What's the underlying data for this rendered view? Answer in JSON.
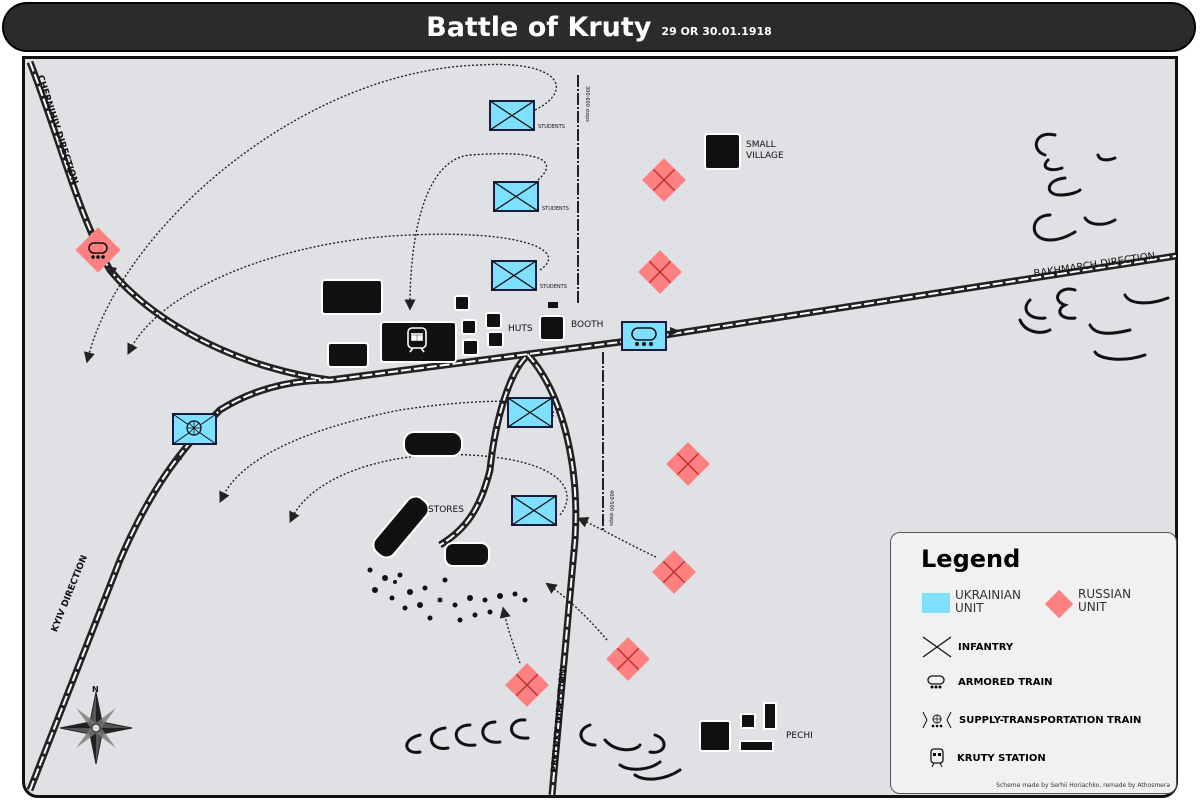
{
  "title": {
    "main": "Battle of Kruty",
    "date": "29 OR 30.01.1918"
  },
  "colors": {
    "ukrainian": "#7fdfff",
    "russian": "#ff8080",
    "background": "#dfe1e4",
    "title_bar": "#2b2b2b"
  },
  "labels": {
    "chernihiv": "CHERNIHIV DIRECTION",
    "kyiv": "KYIV DIRECTION",
    "pryluky": "PRYLUKY DIRECTION",
    "bakhmarch": "BAKHMARCH DIRECTION",
    "small_village": "SMALL\nVILLAGE",
    "huts": "HUTS",
    "booth": "BOOTH",
    "stores": "STORES",
    "pechi": "PECHI",
    "students": "STUDENTS",
    "distance_north": "300-600 steps",
    "distance_south": "400-500 steps",
    "compass_north": "N"
  },
  "legend": {
    "title": "Legend",
    "ukrainian_unit": "UKRAINIAN\nUNIT",
    "russian_unit": "RUSSIAN\nUNIT",
    "items": [
      {
        "icon": "infantry-icon",
        "label": "INFANTRY"
      },
      {
        "icon": "armored-train-icon",
        "label": "ARMORED TRAIN"
      },
      {
        "icon": "supply-train-icon",
        "label": "SUPPLY-TRANSPORTATION TRAIN"
      },
      {
        "icon": "station-icon",
        "label": "KRUTY STATION"
      }
    ],
    "credit": "Scheme made by Serhii Horiachko, remade by Athosmera"
  }
}
